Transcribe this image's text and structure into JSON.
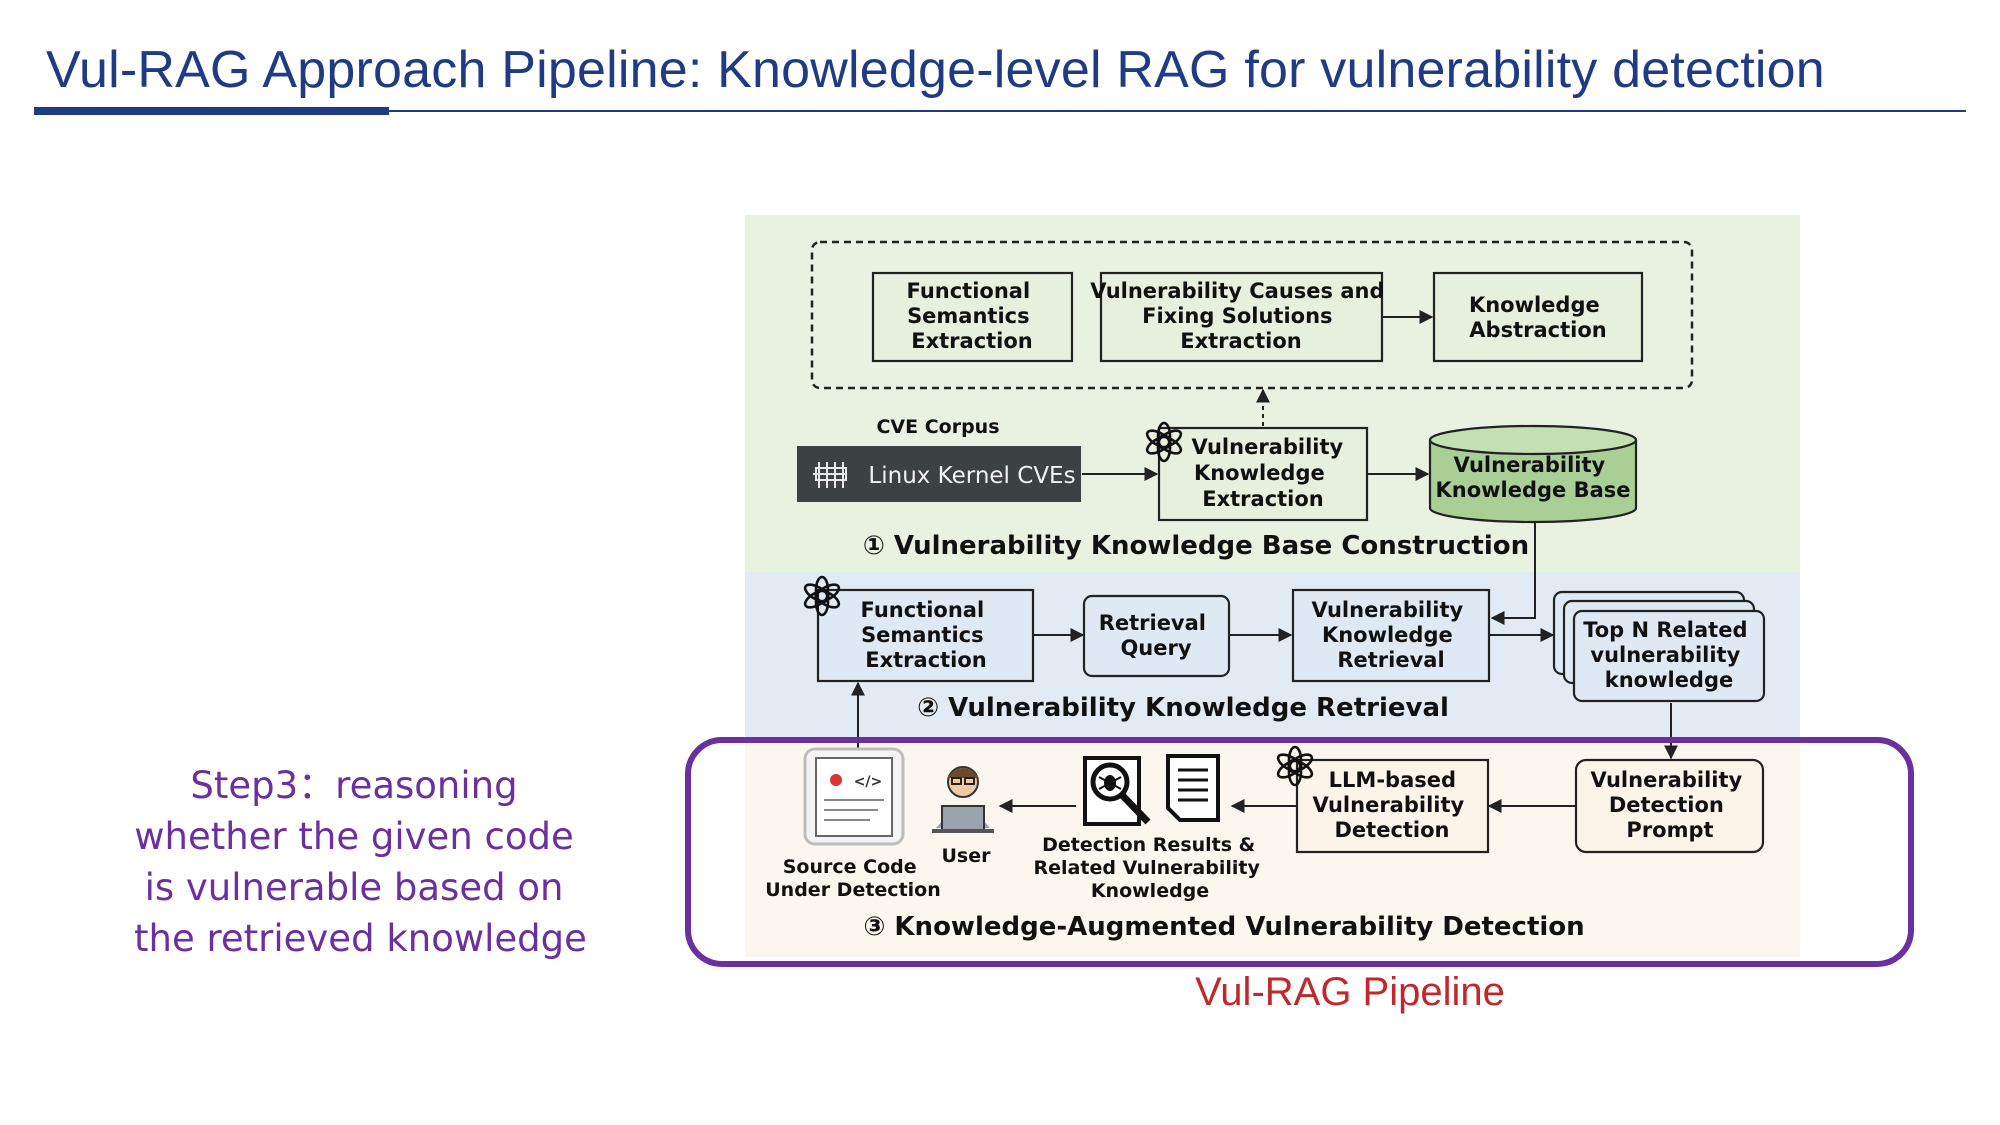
{
  "slide": {
    "title": "Vul-RAG Approach Pipeline: Knowledge-level RAG for vulnerability detection",
    "step_lines": [
      "Step3：reasoning",
      "whether the given code",
      "is vulnerable based on",
      "the retrieved knowledge"
    ],
    "caption": "Vul-RAG Pipeline"
  },
  "colors": {
    "title": "#1f3b84",
    "step_text": "#6b2fa0",
    "highlight_border": "#6b2fa0",
    "caption": "#c0282d",
    "stage1_bg": "#e9f1e1",
    "stage2_bg": "#e2ebf3",
    "stage3_bg": "#fbf6ee"
  },
  "diagram": {
    "stage1": {
      "label": "① Vulnerability Knowledge Base Construction",
      "extract": {
        "functional": [
          "Functional",
          "Semantics",
          "Extraction"
        ],
        "causes": [
          "Vulnerability Causes and",
          "Fixing Solutions",
          "Extraction"
        ],
        "abstraction": [
          "Knowledge",
          "Abstraction"
        ]
      },
      "corpus_label": "CVE Corpus",
      "corpus_box": "Linux Kernel CVEs",
      "vk_extraction": [
        "Vulnerability",
        "Knowledge",
        "Extraction"
      ],
      "vk_base": [
        "Vulnerability",
        "Knowledge Base"
      ]
    },
    "stage2": {
      "label": "② Vulnerability Knowledge Retrieval",
      "functional": [
        "Functional",
        "Semantics",
        "Extraction"
      ],
      "query": [
        "Retrieval",
        "Query"
      ],
      "retrieval": [
        "Vulnerability",
        "Knowledge",
        "Retrieval"
      ],
      "top_n": [
        "Top N Related",
        "vulnerability",
        "knowledge"
      ]
    },
    "stage3": {
      "label": "③ Knowledge-Augmented Vulnerability Detection",
      "source_code": [
        "Source Code",
        "Under Detection"
      ],
      "user": "User",
      "results": [
        "Detection Results &",
        "Related Vulnerability",
        "Knowledge"
      ],
      "llm_detection": [
        "LLM-based",
        "Vulnerability",
        "Detection"
      ],
      "prompt": [
        "Vulnerability",
        "Detection",
        "Prompt"
      ]
    }
  }
}
